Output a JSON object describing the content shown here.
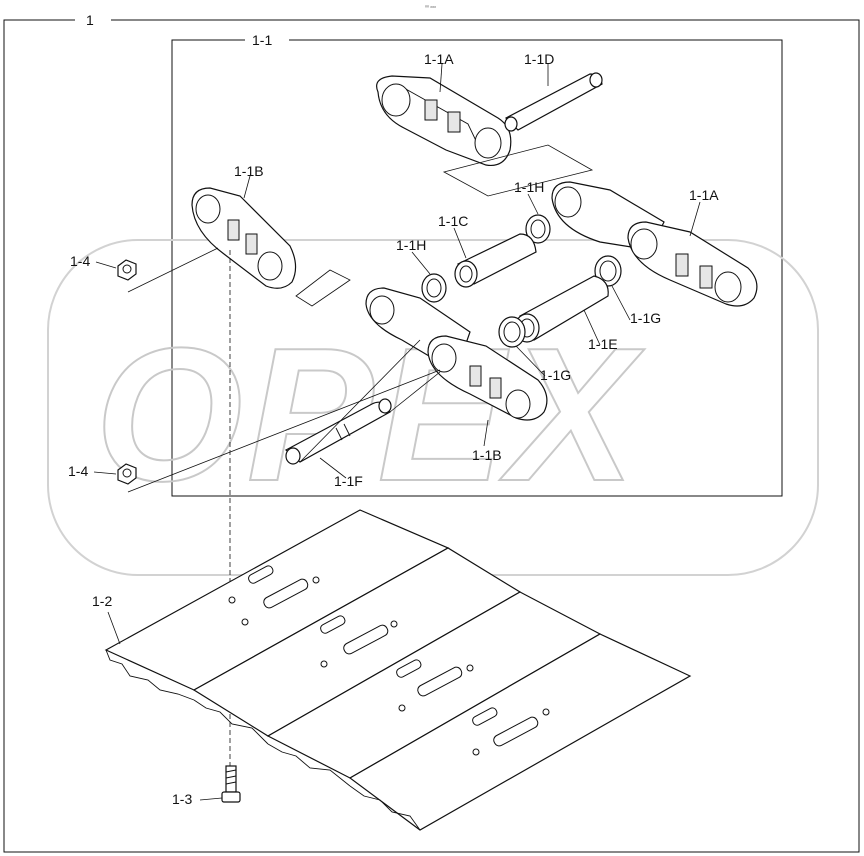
{
  "top_marker": "⁰⁰ ᵒᵒᵒ",
  "watermark": "OPEX",
  "labels": {
    "assembly": "1",
    "sub_assembly": "1-1",
    "link_a_top": "1-1A",
    "pin_d": "1-1D",
    "link_b_left": "1-1B",
    "seal_h_upper": "1-1H",
    "link_a_right": "1-1A",
    "bushing_c": "1-1C",
    "seal_h_left": "1-1H",
    "nut_upper": "1-4",
    "seal_g_right": "1-1G",
    "bushing_e": "1-1E",
    "seal_g_lower": "1-1G",
    "link_b_lower": "1-1B",
    "pin_f": "1-1F",
    "nut_lower": "1-4",
    "shoe": "1-2",
    "bolt": "1-3"
  }
}
